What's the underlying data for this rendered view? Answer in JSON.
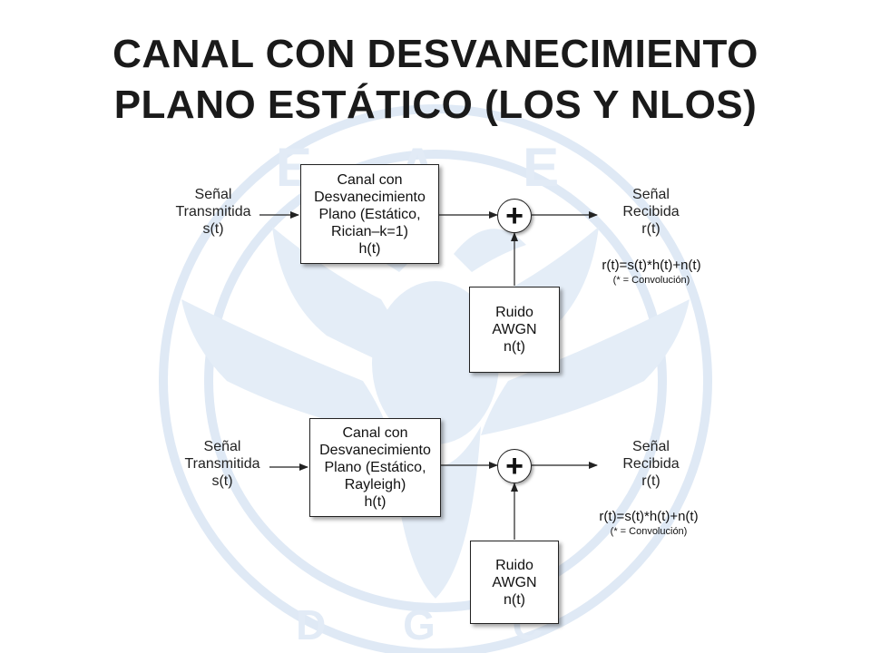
{
  "slide": {
    "title_line1": "CANAL CON DESVANECIMIENTO",
    "title_line2": "PLANO ESTÁTICO (LOS Y NLOS)"
  },
  "diagram_top": {
    "input_label": [
      "Señal",
      "Transmitida",
      "s(t)"
    ],
    "channel_block": [
      "Canal con",
      "Desvanecimiento",
      "Plano (Estático,",
      "Rician–k=1)",
      "h(t)"
    ],
    "adder_symbol": "+",
    "noise_block": [
      "Ruido",
      "AWGN",
      "n(t)"
    ],
    "output_label": [
      "Señal",
      "Recibida",
      "r(t)"
    ],
    "formula": "r(t)=s(t)*h(t)+n(t)",
    "formula_note": "(* = Convolución)"
  },
  "diagram_bottom": {
    "input_label": [
      "Señal",
      "Transmitida",
      "s(t)"
    ],
    "channel_block": [
      "Canal con",
      "Desvanecimiento",
      "Plano (Estático,",
      "Rayleigh)",
      "h(t)"
    ],
    "adder_symbol": "+",
    "noise_block": [
      "Ruido",
      "AWGN",
      "n(t)"
    ],
    "output_label": [
      "Señal",
      "Recibida",
      "r(t)"
    ],
    "formula": "r(t)=s(t)*h(t)+n(t)",
    "formula_note": "(* = Convolución)"
  },
  "watermark": {
    "letters_top": "E A E",
    "letters_bottom": "D G C"
  }
}
